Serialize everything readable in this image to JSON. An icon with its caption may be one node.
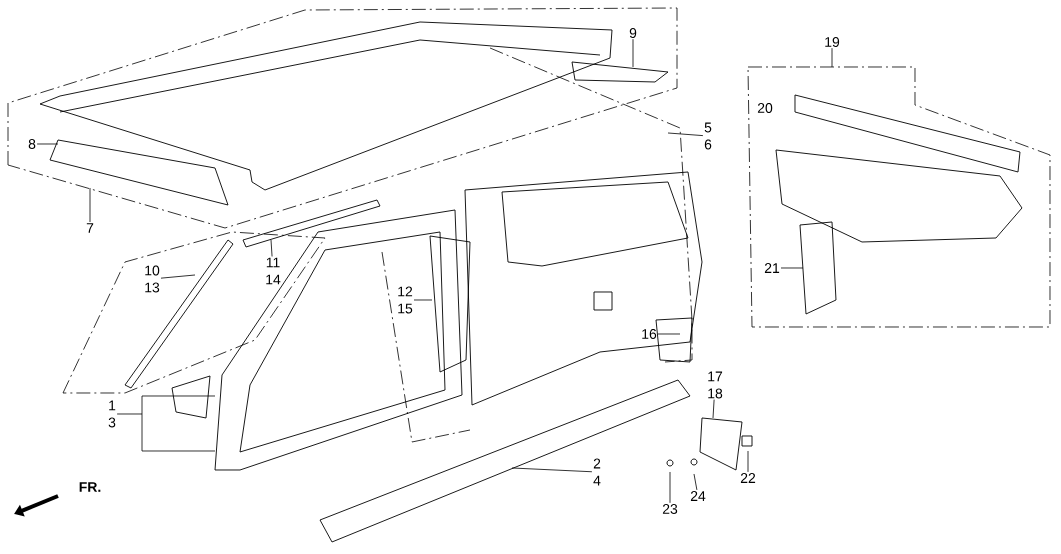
{
  "diagram": {
    "nodes": [
      {
        "text": [
          "1",
          "3"
        ]
      },
      {
        "text": [
          "2",
          "4"
        ]
      },
      {
        "text": [
          "5",
          "6"
        ]
      },
      {
        "text": [
          "7"
        ]
      },
      {
        "text": [
          "8"
        ]
      },
      {
        "text": [
          "9"
        ]
      },
      {
        "text": [
          "10",
          "13"
        ]
      },
      {
        "text": [
          "11",
          "14"
        ]
      },
      {
        "text": [
          "12",
          "15"
        ]
      },
      {
        "text": [
          "16"
        ]
      },
      {
        "text": [
          "17",
          "18"
        ]
      },
      {
        "text": [
          "19"
        ]
      },
      {
        "text": [
          "21"
        ]
      },
      {
        "text": [
          "22"
        ]
      },
      {
        "text": [
          "23"
        ]
      },
      {
        "text": [
          "24"
        ]
      }
    ],
    "edges": [
      {
        "from": 0,
        "to": null,
        "arrow": "none"
      },
      {
        "from": 1,
        "to": null,
        "arrow": "none"
      },
      {
        "from": 2,
        "to": null,
        "arrow": "none"
      },
      {
        "from": 3,
        "to": null,
        "arrow": "none"
      },
      {
        "from": 4,
        "to": null,
        "arrow": "none"
      },
      {
        "from": 5,
        "to": null,
        "arrow": "none"
      },
      {
        "from": 6,
        "to": null,
        "arrow": "none"
      },
      {
        "from": 7,
        "to": null,
        "arrow": "none"
      },
      {
        "from": 8,
        "to": null,
        "arrow": "none"
      },
      {
        "from": 9,
        "to": null,
        "arrow": "none"
      },
      {
        "from": 10,
        "to": null,
        "arrow": "none"
      },
      {
        "from": 11,
        "to": null,
        "arrow": "none"
      },
      {
        "from": 12,
        "to": null,
        "arrow": "none"
      },
      {
        "from": 13,
        "to": null,
        "arrow": "none"
      },
      {
        "from": 14,
        "to": null,
        "arrow": "none"
      },
      {
        "from": 15,
        "to": null,
        "arrow": "none"
      }
    ],
    "labels": [
      "20",
      "FR."
    ]
  }
}
